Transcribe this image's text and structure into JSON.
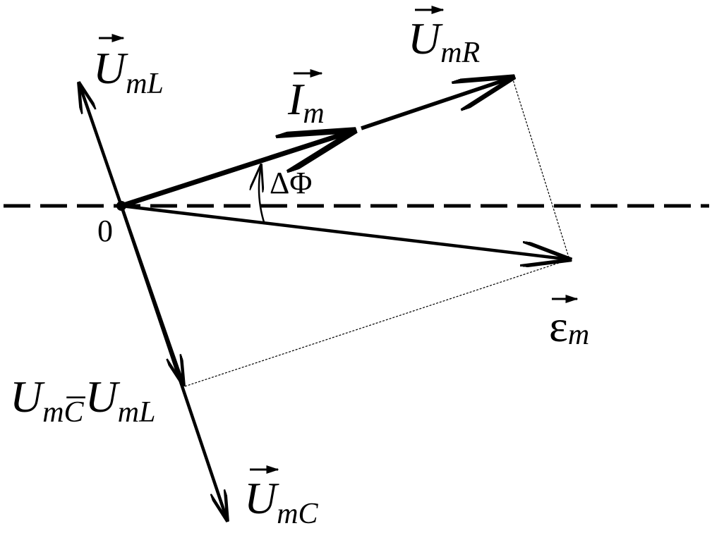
{
  "diagram": {
    "origin_label": "0",
    "angle_label": "ΔΦ",
    "vectors": {
      "U_mL": {
        "main": "U",
        "sub": "mL"
      },
      "I_m": {
        "main": "I",
        "sub": "m"
      },
      "U_mR": {
        "main": "U",
        "sub": "mR"
      },
      "E_m": {
        "main": "ε",
        "sub": "m"
      },
      "U_mC": {
        "main": "U",
        "sub": "mC"
      }
    },
    "difference_label": {
      "a_main": "U",
      "a_sub": "mC",
      "op": "–",
      "b_main": "U",
      "b_sub": "mL"
    }
  }
}
